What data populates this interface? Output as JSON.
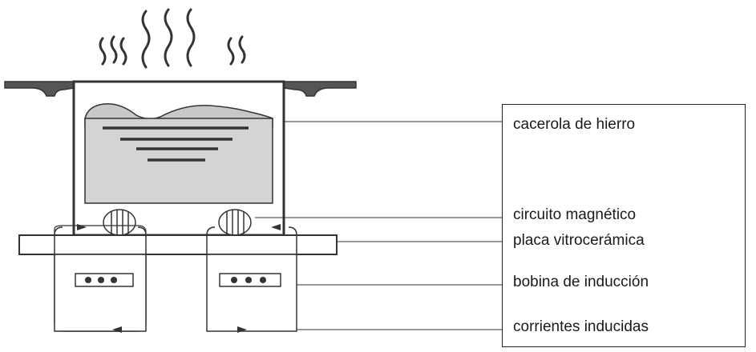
{
  "labels": {
    "pan": "cacerola de hierro",
    "magnetic_circuit": "circuito magnético",
    "glass_plate": "placa vitrocerámica",
    "coil": "bobina de inducción",
    "currents": "corrientes inducidas"
  },
  "colors": {
    "stroke": "#333333",
    "pan_fill": "#d4d4d4",
    "food_fill": "#c8c8c8",
    "background": "#ffffff"
  },
  "icons": [
    "steam-icon",
    "arrow-icon",
    "coil-winding-icon"
  ]
}
